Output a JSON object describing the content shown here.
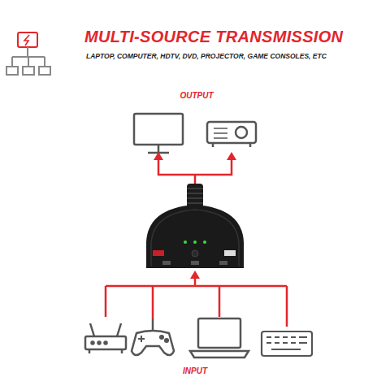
{
  "diagram": {
    "title": "MULTI-SOURCE TRANSMISSION",
    "labels": [
      "LAPTOP, COMPUTER, HDTV, DVD, PROJECTOR, GAME CONSOLES, ETC",
      "OUTPUT",
      "INPUT"
    ]
  }
}
